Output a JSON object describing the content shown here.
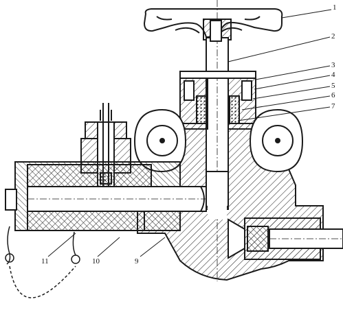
{
  "callouts": [
    {
      "id": "c1",
      "text": "1"
    },
    {
      "id": "c2",
      "text": "2"
    },
    {
      "id": "c3",
      "text": "3"
    },
    {
      "id": "c4",
      "text": "4"
    },
    {
      "id": "c5",
      "text": "5"
    },
    {
      "id": "c6",
      "text": "6"
    },
    {
      "id": "c7",
      "text": "7"
    },
    {
      "id": "c9",
      "text": "9"
    },
    {
      "id": "c10",
      "text": "10"
    },
    {
      "id": "c11",
      "text": "11"
    }
  ],
  "colors": {
    "ink": "#1a1a1a",
    "hatch": "#2b2b2b",
    "paper": "#ffffff"
  }
}
